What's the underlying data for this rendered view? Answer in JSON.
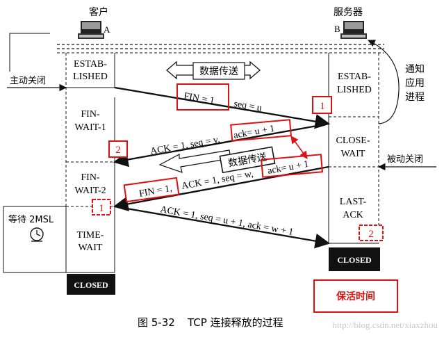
{
  "nodes": {
    "client_title": "客户",
    "client_letter": "A",
    "server_title": "服务器",
    "server_letter": "B"
  },
  "left_side": {
    "active_close": "主动关闭",
    "wait_2msl": "等待 2MSL"
  },
  "right_side": {
    "notify_app": [
      "通知",
      "应用",
      "进程"
    ],
    "passive_close": "被动关闭"
  },
  "client_states": {
    "established": [
      "ESTAB-",
      "LISHED"
    ],
    "fin_wait_1": [
      "FIN-",
      "WAIT-1"
    ],
    "fin_wait_2": [
      "FIN-",
      "WAIT-2"
    ],
    "time_wait": [
      "TIME-",
      "WAIT"
    ],
    "closed": "CLOSED"
  },
  "server_states": {
    "established": [
      "ESTAB-",
      "LISHED"
    ],
    "close_wait": [
      "CLOSE-",
      "WAIT"
    ],
    "last_ack": [
      "LAST-",
      "ACK"
    ],
    "closed": "CLOSED"
  },
  "data_transfer": {
    "top": "数据传送",
    "middle": "数据传送"
  },
  "segments": {
    "fin1_fin": "FIN = 1",
    "fin1_seq": "seq = u",
    "ack1_main": "ACK = 1, seq = v,",
    "ack1_ack": "ack= u + 1",
    "fin2_fin": "FIN = 1,",
    "fin2_main": "ACK = 1, seq = w,",
    "fin2_ack": "ack= u + 1",
    "ack2": "ACK = 1, seq = u + 1, ack = w + 1"
  },
  "annotations": {
    "marker_server_1": "1",
    "marker_client_2": "2",
    "marker_client_1": "1",
    "marker_server_2": "2",
    "keepalive": "保活时间"
  },
  "caption": {
    "figure": "图 5-32",
    "title": "TCP 连接释放的过程"
  },
  "watermark": "http://blog.csdn.net/xiaxzhou",
  "colors": {
    "annotation_red": "#dd1111",
    "line": "#111111",
    "closed_bg": "#111111",
    "closed_text": "#ffffff"
  },
  "icons": {
    "computer": "computer-icon",
    "clock": "clock-icon"
  }
}
